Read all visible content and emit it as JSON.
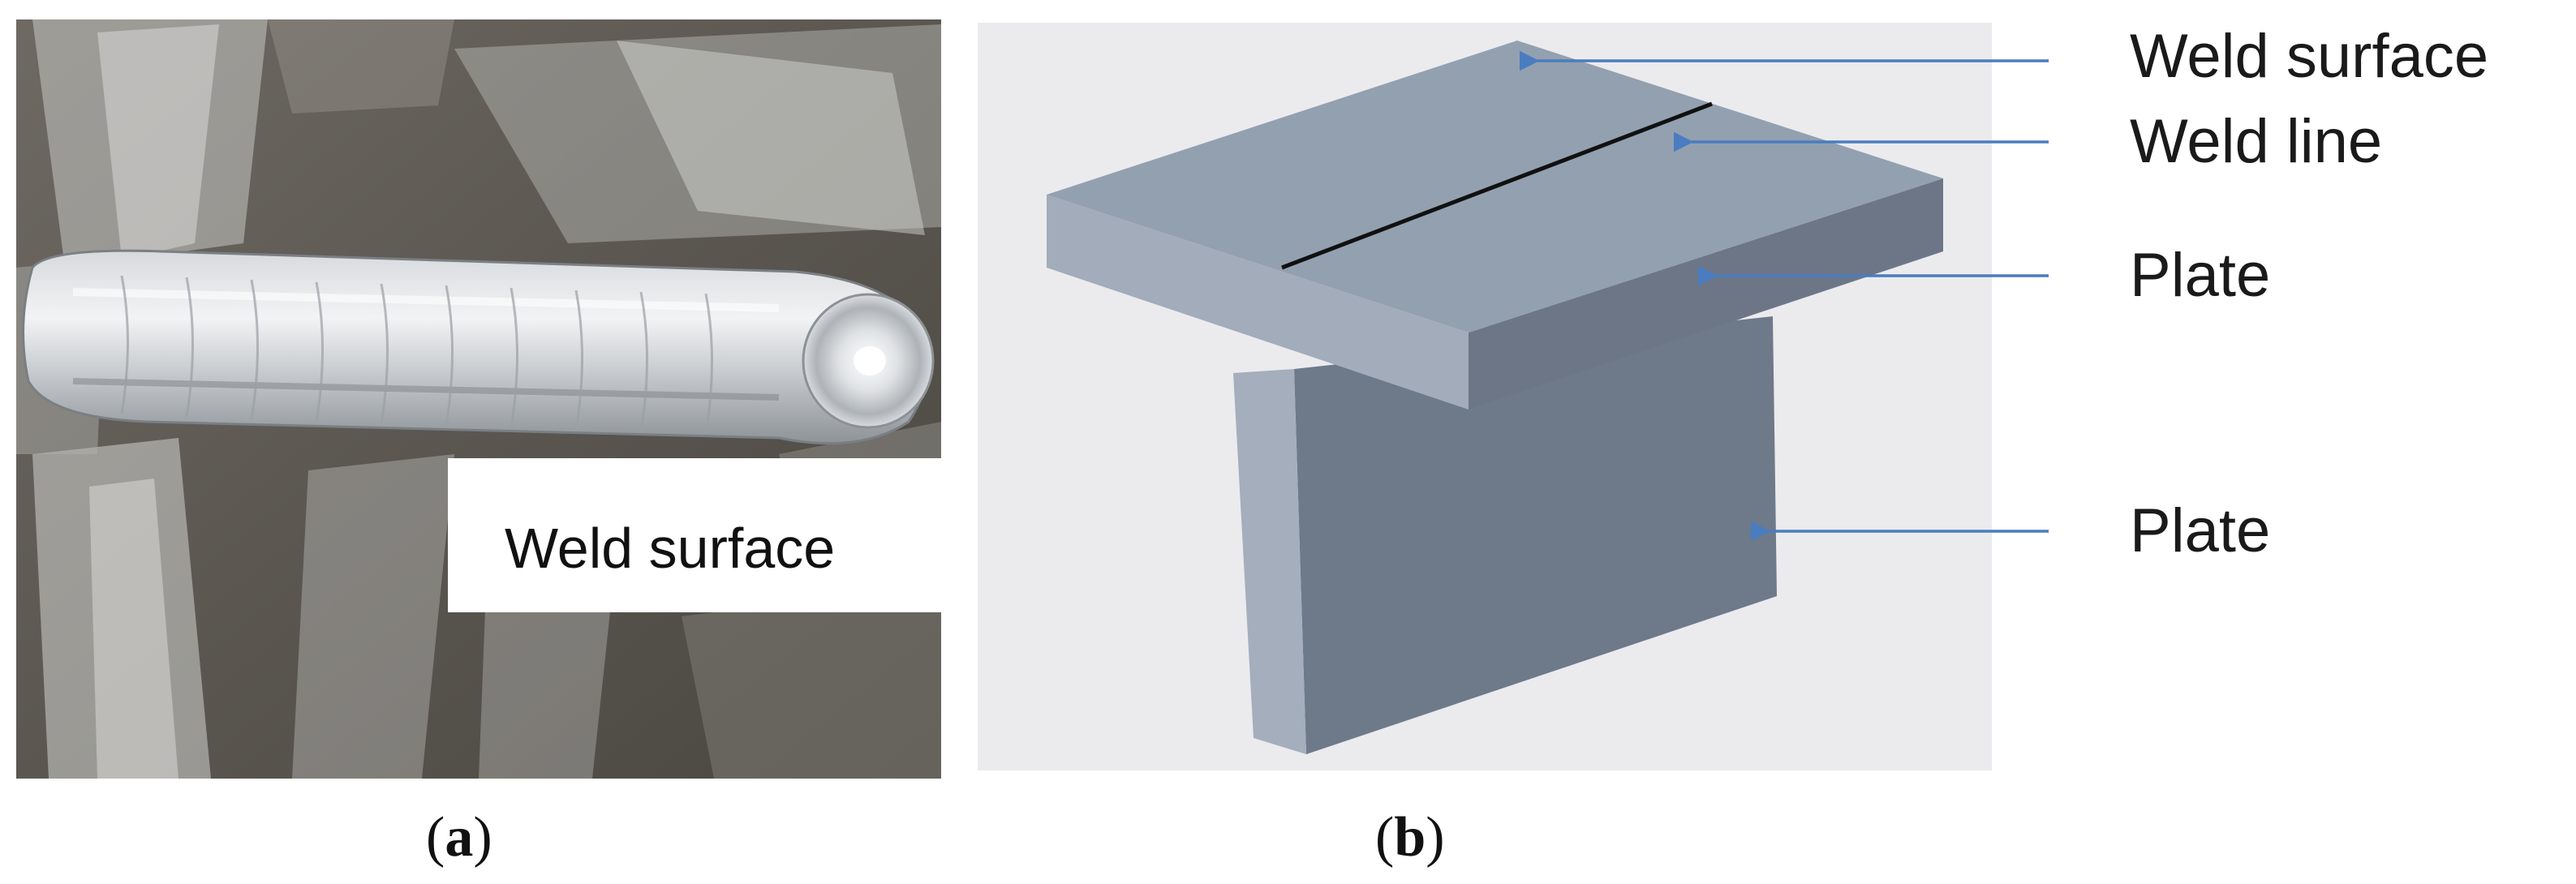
{
  "panel_a": {
    "label_open": "(",
    "label_letter": "a",
    "label_close": ")",
    "photo_caption": "Weld surface"
  },
  "panel_b": {
    "label_open": "(",
    "label_letter": "b",
    "label_close": ")",
    "callouts": [
      {
        "text": "Weld surface"
      },
      {
        "text": "Weld line"
      },
      {
        "text": "Plate"
      },
      {
        "text": "Plate"
      }
    ]
  },
  "colors": {
    "arrow": "#4a7cc0",
    "model_top": "#93a0b0",
    "model_front": "#6e7989",
    "model_web": "#a4aebc",
    "diagram_bg": "#ebebee"
  }
}
